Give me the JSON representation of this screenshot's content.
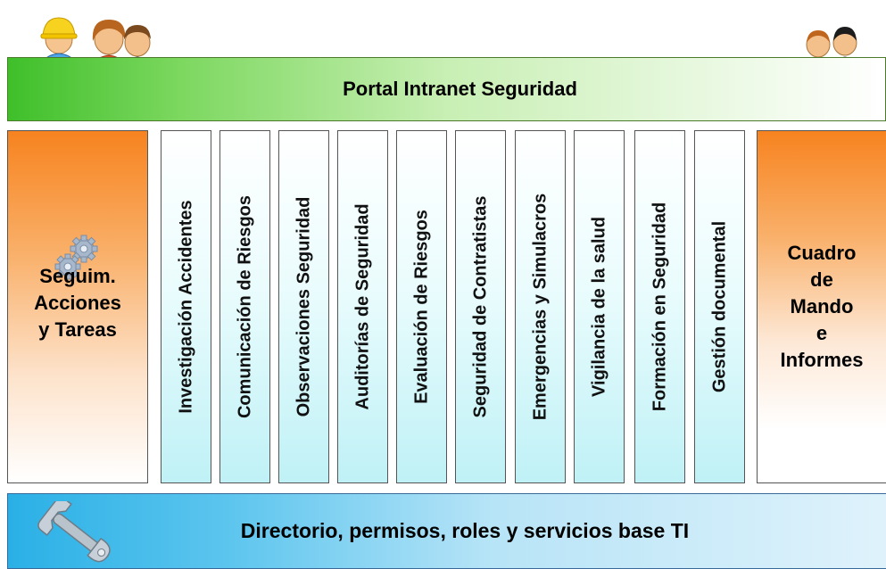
{
  "header": {
    "title": "Portal Intranet Seguridad",
    "icons": [
      "workers-icon",
      "executives-icon"
    ]
  },
  "left_panel": {
    "icon": "gears-icon",
    "label": "Seguim.\nAcciones\ny Tareas"
  },
  "modules": [
    "Investigación Accidentes",
    "Comunicación de Riesgos",
    "Observaciones Seguridad",
    "Auditorías de Seguridad",
    "Evaluación de Riesgos",
    "Seguridad de Contratistas",
    "Emergencias y Simulacros",
    "Vigilancia de la salud",
    "Formación en Seguridad",
    "Gestión documental"
  ],
  "right_panel": {
    "label": "Cuadro\nde\nMando\ne\nInformes"
  },
  "footer": {
    "icon": "wrench-icon",
    "title": "Directorio, permisos, roles y servicios base TI"
  },
  "colors": {
    "header_green": "#3fbf2a",
    "side_orange": "#f7831f",
    "module_cyan": "#bff1f6",
    "base_blue": "#2ab0e6"
  }
}
